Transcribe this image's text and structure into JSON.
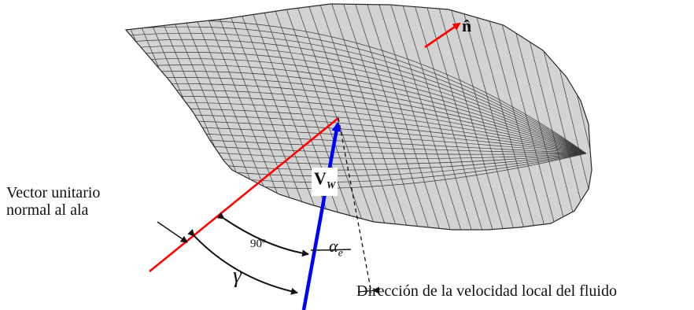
{
  "labels": {
    "normal_vector_line1": "Vector unitario",
    "normal_vector_line2": "normal al ala",
    "flow_direction": "Dirección de la velocidad local del fluido",
    "right_angle": "90º",
    "alpha_symbol": "α",
    "alpha_subscript": "e",
    "gamma_symbol": "γ",
    "unit_normal": "n̂",
    "velocity_symbol": "V",
    "velocity_subscript": "W"
  },
  "colors": {
    "surface_fill": "#d3d3d3",
    "mesh_lines": "#3a3a3a",
    "normal_vector": "#ff0000",
    "velocity_vector": "#0000ff",
    "annotation": "#111111"
  }
}
